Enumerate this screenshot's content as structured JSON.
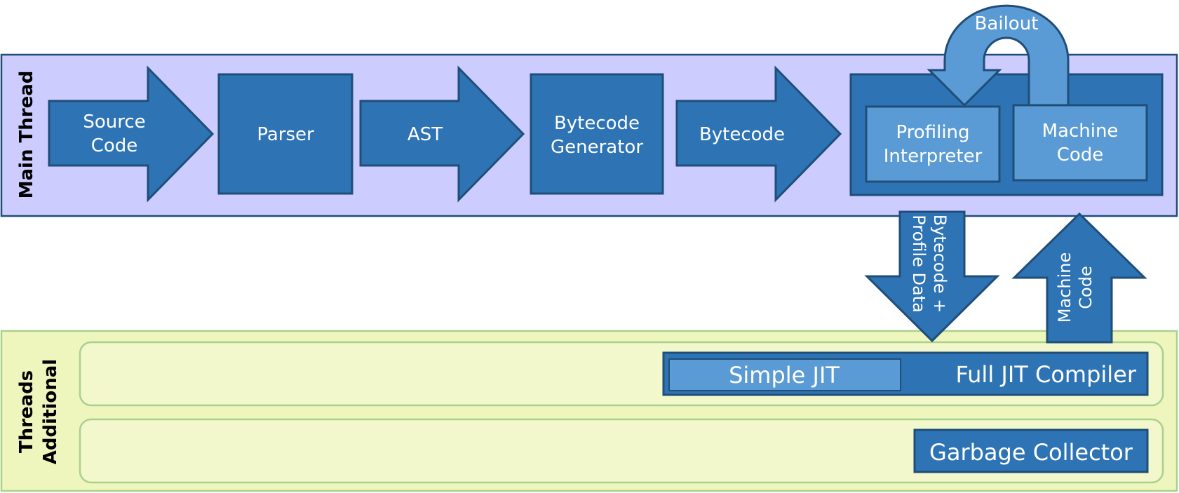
{
  "main_thread": {
    "label": "Main Thread",
    "source_code": [
      "Source",
      "Code"
    ],
    "parser": "Parser",
    "ast": "AST",
    "bytecode_generator": [
      "Bytecode",
      "Generator"
    ],
    "bytecode": "Bytecode",
    "profiling_interpreter": [
      "Profiling",
      "Interpreter"
    ],
    "machine_code": [
      "Machine",
      "Code"
    ],
    "bailout": "Bailout"
  },
  "transfer": {
    "down": [
      "Bytecode +",
      "Profile Data"
    ],
    "up": [
      "Machine",
      "Code"
    ]
  },
  "additional_threads": {
    "label": [
      "Additional",
      "Threads"
    ],
    "simple_jit": "Simple JIT",
    "full_jit": "Full JIT Compiler",
    "garbage_collector": "Garbage Collector"
  },
  "colors": {
    "main_lane": "#ccccff",
    "additional_lane": "#eef5bd",
    "dark_blue": "#2e74b5",
    "light_blue": "#5b9bd5",
    "outline": "#1f4e79"
  }
}
